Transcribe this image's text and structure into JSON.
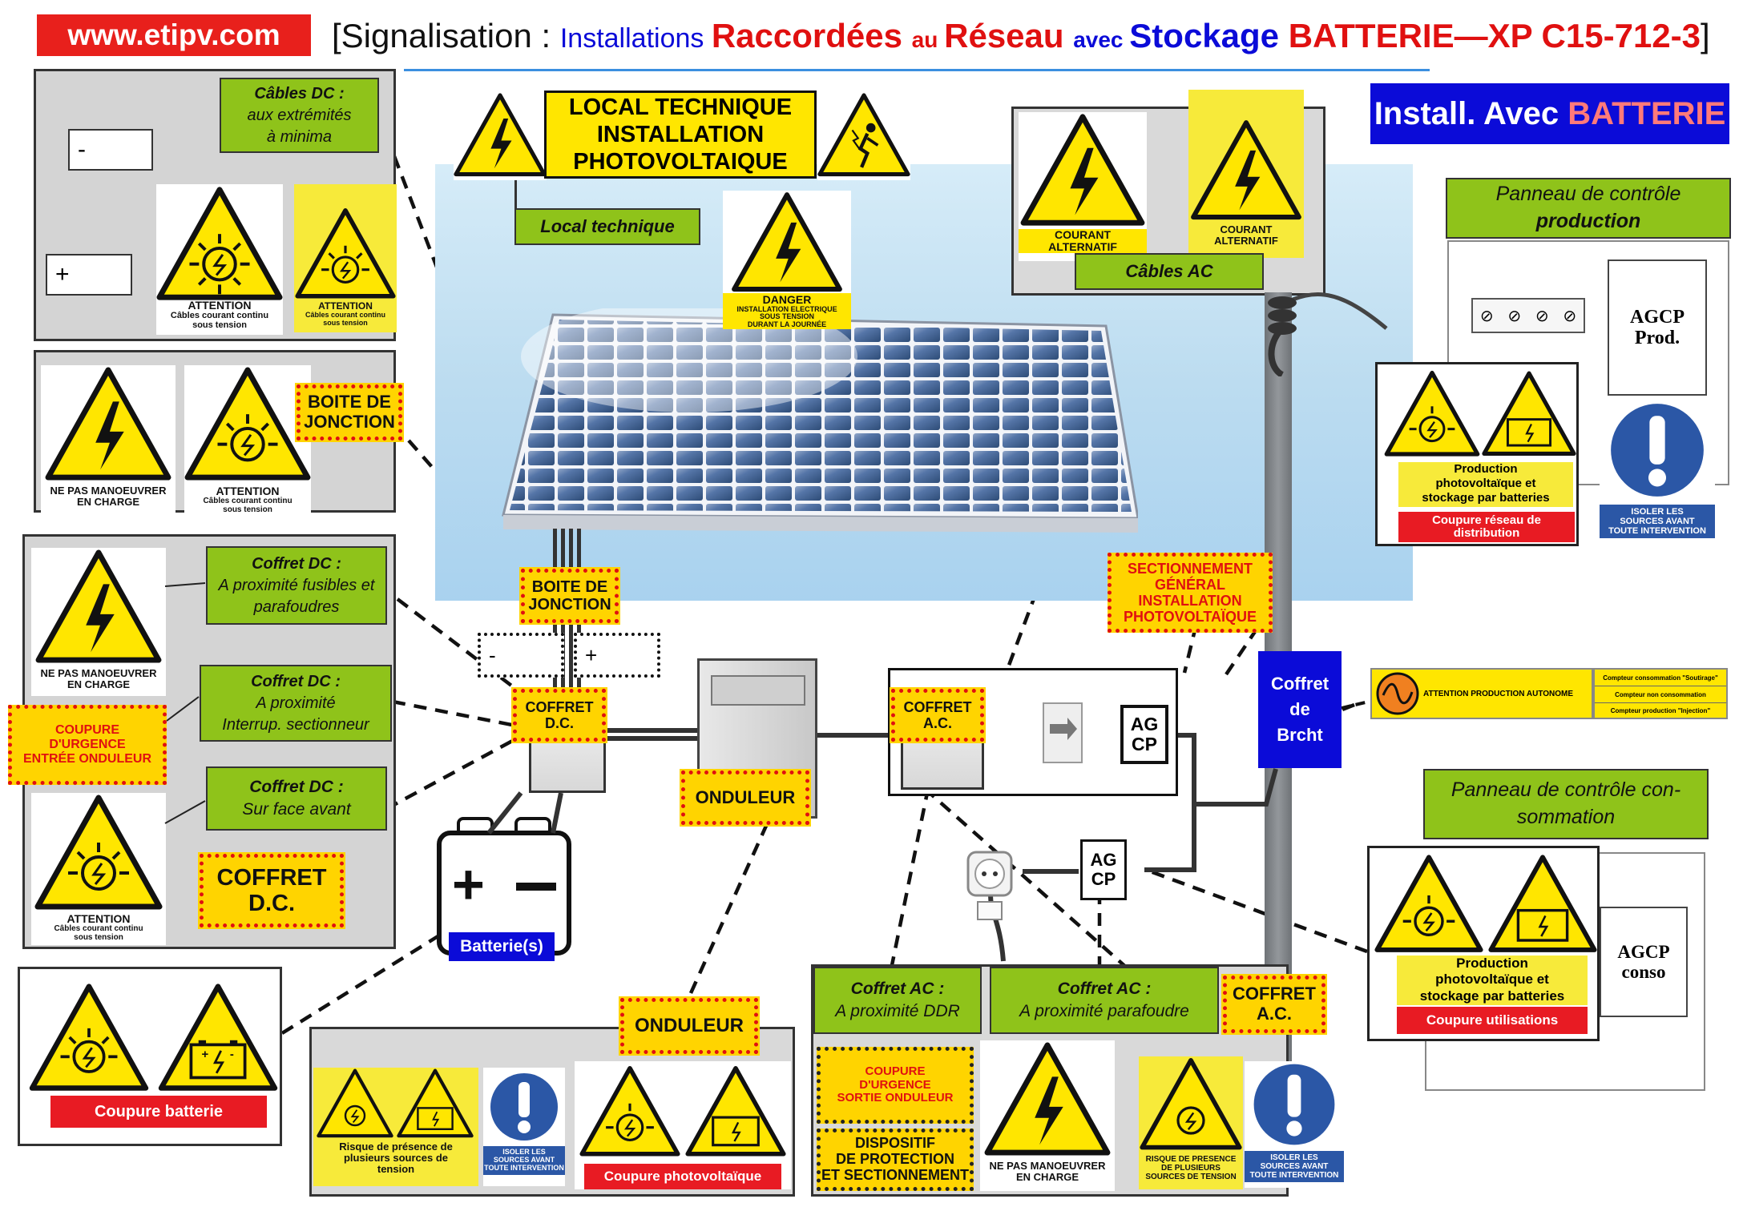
{
  "header": {
    "site": "www.etipv.com",
    "title_open": "[Signalisation : ",
    "title_p1": "Installations ",
    "title_p2": "Raccordées ",
    "title_p3": "au ",
    "title_p4": "Réseau ",
    "title_p5": "avec ",
    "title_p6": "Stockage ",
    "title_p7": "BATTERIE",
    "title_p8": "—XP C15-712-3",
    "title_close": "]",
    "install_p1": "Install. Avec ",
    "install_p2": "BATTERIE"
  },
  "colors": {
    "red": "#e01010",
    "blue": "#0b0bd8",
    "green": "#8fc31a",
    "yellow": "#ffd400",
    "sign_yellow": "#f7ea3a"
  },
  "icons": [
    "warning-triangle-lightning",
    "warning-triangle-pv-sun",
    "warning-triangle-battery",
    "warning-triangle-person-shock",
    "mandatory-exclamation"
  ],
  "sections": {
    "cables_dc": {
      "line1": "Câbles DC :",
      "line2": "aux extrémités",
      "line3": "à minima",
      "minus": "-",
      "plus": "+",
      "sign1": {
        "l1": "ATTENTION",
        "l2": "Câbles courant continu",
        "l3": "sous tension"
      },
      "sign2": {
        "l1": "ATTENTION",
        "l2": "Câbles courant continu",
        "l3": "sous tension"
      }
    },
    "boite": {
      "label_l1": "BOITE DE",
      "label_l2": "JONCTION",
      "sign1": {
        "l1": "NE PAS MANOEUVRER",
        "l2": "EN CHARGE"
      },
      "sign2": {
        "l1": "ATTENTION",
        "l2": "Câbles courant continu",
        "l3": "sous tension"
      }
    },
    "coffret_dc": {
      "g1": {
        "l1": "Coffret DC :",
        "l2": "A proximité fusibles et",
        "l3": "parafoudres"
      },
      "g2": {
        "l1": "Coffret DC :",
        "l2": "A proximité",
        "l3": "Interrup. sectionneur"
      },
      "g3": {
        "l1": "Coffret DC :",
        "l2": "Sur face avant"
      },
      "coupure": {
        "l1": "COUPURE",
        "l2": "D'URGENCE",
        "l3": "ENTRÉE ONDULEUR"
      },
      "label": {
        "l1": "COFFRET",
        "l2": "D.C."
      },
      "sign1": {
        "l1": "NE PAS MANOEUVRER",
        "l2": "EN CHARGE"
      },
      "sign2": {
        "l1": "ATTENTION",
        "l2": "Câbles courant continu",
        "l3": "sous tension"
      }
    },
    "batterie": {
      "bar": "Coupure batterie",
      "label": "Batterie(s)"
    },
    "local": {
      "l1": "LOCAL TECHNIQUE",
      "l2": "INSTALLATION",
      "l3": "PHOTOVOLTAIQUE",
      "green": "Local technique",
      "danger": {
        "l1": "DANGER",
        "l2": "INSTALLATION ELECTRIQUE",
        "l3": "SOUS TENSION",
        "l4": "DURANT LA JOURNÉE"
      }
    },
    "cables_ac": {
      "green": "Câbles AC",
      "sign1": {
        "l1": "COURANT",
        "l2": "ALTERNATIF"
      },
      "sign2": {
        "l1": "COURANT",
        "l2": "ALTERNATIF"
      }
    },
    "diagram": {
      "boite_l1": "BOITE DE",
      "boite_l2": "JONCTION",
      "minus": "-",
      "plus": "+",
      "coffret_dc_l1": "COFFRET",
      "coffret_dc_l2": "D.C.",
      "onduleur": "ONDULEUR",
      "coffret_ac_l1": "COFFRET",
      "coffret_ac_l2": "A.C.",
      "agcp_l1": "AG",
      "agcp_l2": "CP",
      "agcp2_l1": "AG",
      "agcp2_l2": "CP",
      "section": {
        "l1": "SECTIONNEMENT",
        "l2": "GÉNÉRAL",
        "l3": "INSTALLATION",
        "l4": "PHOTOVOLTAÏQUE"
      },
      "brcht": {
        "l1": "Coffret",
        "l2": "de",
        "l3": "Brcht"
      },
      "autonome": "ATTENTION PRODUCTION AUTONOME",
      "compteur": [
        "Compteur consommation \"Soutirage\"",
        "Compteur non consommation",
        "Compteur production \"Injection\""
      ]
    },
    "onduleur_panel": {
      "label": "ONDULEUR",
      "sign1": {
        "l1": "Risque de présence de",
        "l2": "plusieurs sources de",
        "l3": "tension"
      },
      "mand": {
        "l1": "ISOLER LES",
        "l2": "SOURCES AVANT",
        "l3": "TOUTE INTERVENTION"
      },
      "bar": "Coupure photovoltaïque"
    },
    "coffret_ac_panel": {
      "g1": {
        "l1": "Coffret AC :",
        "l2": "A proximité DDR"
      },
      "g2": {
        "l1": "Coffret AC :",
        "l2": "A proximité  parafoudre"
      },
      "label": {
        "l1": "COFFRET",
        "l2": "A.C."
      },
      "coupure": {
        "l1": "COUPURE",
        "l2": "D'URGENCE",
        "l3": "SORTIE ONDULEUR"
      },
      "dispositif": {
        "l1": "DISPOSITIF",
        "l2": "DE PROTECTION",
        "l3": "ET SECTIONNEMENT"
      },
      "sign1": {
        "l1": "NE PAS MANOEUVRER",
        "l2": "EN CHARGE"
      },
      "sign2": {
        "l1": "RISQUE DE PRESENCE",
        "l2": "DE PLUSIEURS",
        "l3": "SOURCES DE TENSION"
      },
      "mand": {
        "l1": "ISOLER LES",
        "l2": "SOURCES AVANT",
        "l3": "TOUTE INTERVENTION"
      }
    },
    "prod": {
      "title_l1": "Panneau de contrôle",
      "title_l2": "production",
      "agcp_l1": "AGCP",
      "agcp_l2": "Prod.",
      "sign": {
        "l1": "Production",
        "l2": "photovoltaïque et",
        "l3": "stockage par batteries"
      },
      "bar": "Coupure réseau de distribution",
      "mand": {
        "l1": "ISOLER LES",
        "l2": "SOURCES AVANT",
        "l3": "TOUTE INTERVENTION"
      }
    },
    "conso": {
      "title_l1": "Panneau de contrôle con-",
      "title_l2": "sommation",
      "agcp_l1": "AGCP",
      "agcp_l2": "conso",
      "sign": {
        "l1": "Production",
        "l2": "photovoltaïque et",
        "l3": "stockage par batteries"
      },
      "bar": "Coupure utilisations"
    }
  }
}
